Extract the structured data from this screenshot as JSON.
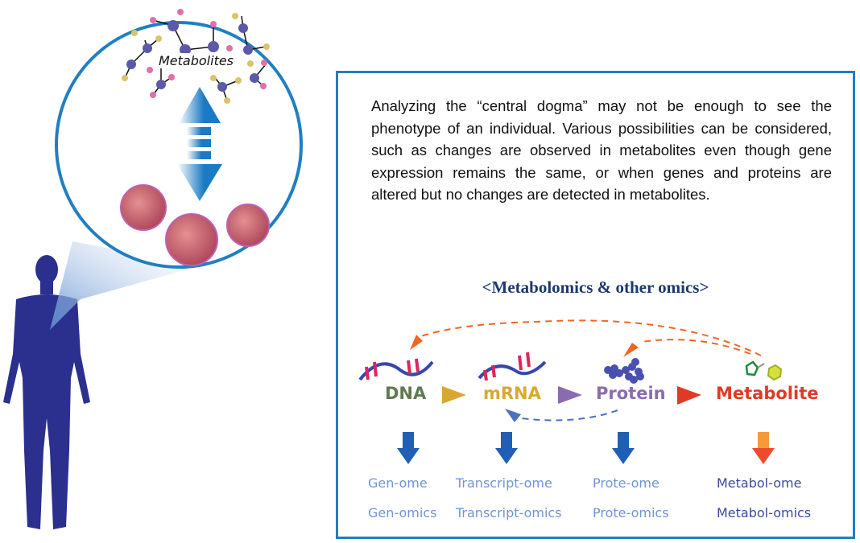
{
  "zoom_label": "Metabolites",
  "description": "Analyzing the “central dogma” may not be enough to see the phenotype of an individual. Various pos­sibilities can be considered, such as changes are observed in metabolites even though gene expres­sion remains the same, or when genes and proteins are altered but no changes are detected in metabolites.",
  "section_title": "<Metabolomics & other omics>",
  "stages": [
    {
      "label": "DNA",
      "color": "#5f7a50",
      "ome": "Gen-ome",
      "omics": "Gen-omics"
    },
    {
      "label": "mRNA",
      "color": "#d9a832",
      "ome": "Transcript-ome",
      "omics": "Transcript-omics"
    },
    {
      "label": "Protein",
      "color": "#8b6bb0",
      "ome": "Prote-ome",
      "omics": "Prote-omics"
    },
    {
      "label": "Metabolite",
      "color": "#e03a24",
      "ome": "Metabol-ome",
      "omics": "Metabol-omics"
    }
  ],
  "colors": {
    "border": "#1f7fc1",
    "body": "#2a2f8f",
    "ome_light": "#6f94d6",
    "ome_dark": "#3a4aa0",
    "feedback": "#f26522",
    "feedback_blue": "#4a72c0"
  }
}
